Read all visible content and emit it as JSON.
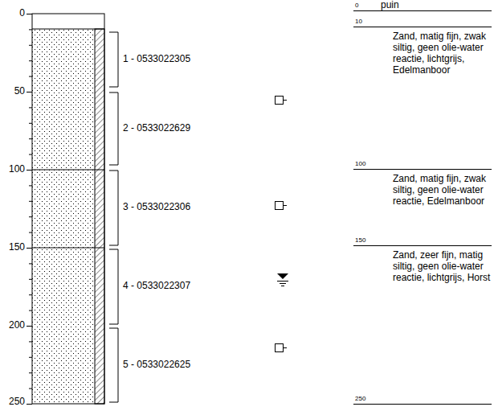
{
  "diagram": {
    "labels": [
      "0",
      "50",
      "100",
      "150",
      "200",
      "250",
      "1 - 0533022305",
      "2 - 0533022629",
      "3 - 0533022306",
      "4 - 0533022307",
      "5 - 0533022625",
      "0",
      "puin",
      "10",
      "Zand, matig fijn, zwak siltig, geen olie-water reactie, lichtgrijs, Edelmanboor",
      "100",
      "Zand, matig fijn, zwak siltig, geen olie-water reactie, Edelmanboor",
      "150",
      "Zand, zeer fijn, matig siltig, geen olie-water reactie, lichtgrijs, Horst",
      "250"
    ]
  }
}
